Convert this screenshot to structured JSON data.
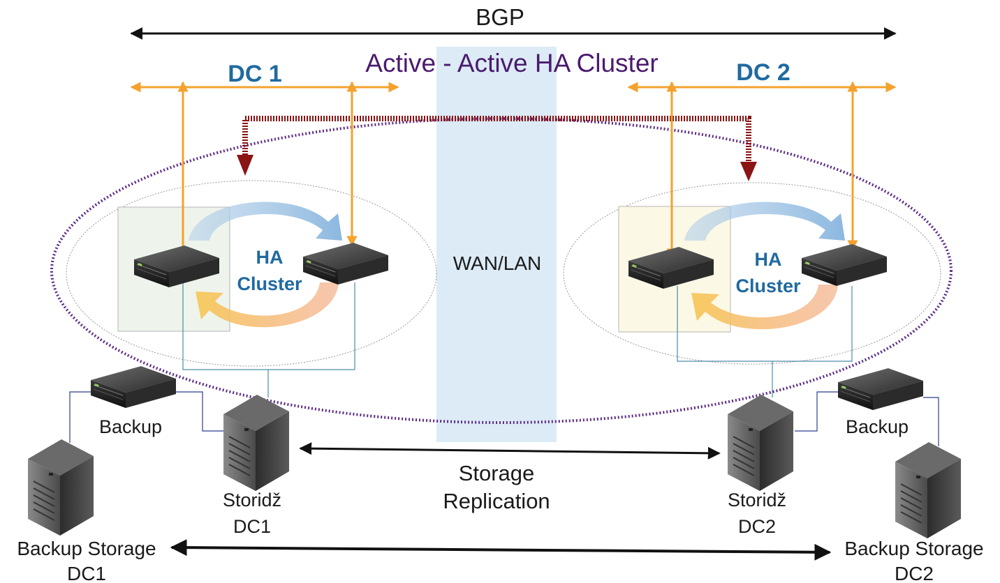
{
  "diagram": {
    "bgp_label": "BGP",
    "dc1_label": "DC 1",
    "dc2_label": "DC 2",
    "cluster_title": "Active - Active HA Cluster",
    "wan_label": "WAN/LAN",
    "ha_cluster_dc1": [
      "HA",
      "Cluster"
    ],
    "ha_cluster_dc2": [
      "HA",
      "Cluster"
    ],
    "backup_dc1": "Backup",
    "backup_dc2": "Backup",
    "storage_dc1": [
      "Storidž",
      "DC1"
    ],
    "storage_dc2": [
      "Storidž",
      "DC2"
    ],
    "storage_replication": [
      "Storage",
      "Replication"
    ],
    "backup_storage_dc1": [
      "Backup Storage",
      "DC1"
    ],
    "backup_storage_dc2": [
      "Backup Storage",
      "DC2"
    ]
  },
  "colors": {
    "orange": "#f4a22d",
    "dark_red": "#8b1414",
    "purple_dotted": "#5b2a86",
    "wan_band": "#dcebf6",
    "teal_line": "#4a8da6",
    "navy_line": "#2a3f8a",
    "dc1_box": "#eef4ec",
    "dc2_box": "#fbf8e6"
  },
  "icons": [
    "rack-server-icon",
    "tower-server-icon",
    "cycle-arrows-icon"
  ]
}
